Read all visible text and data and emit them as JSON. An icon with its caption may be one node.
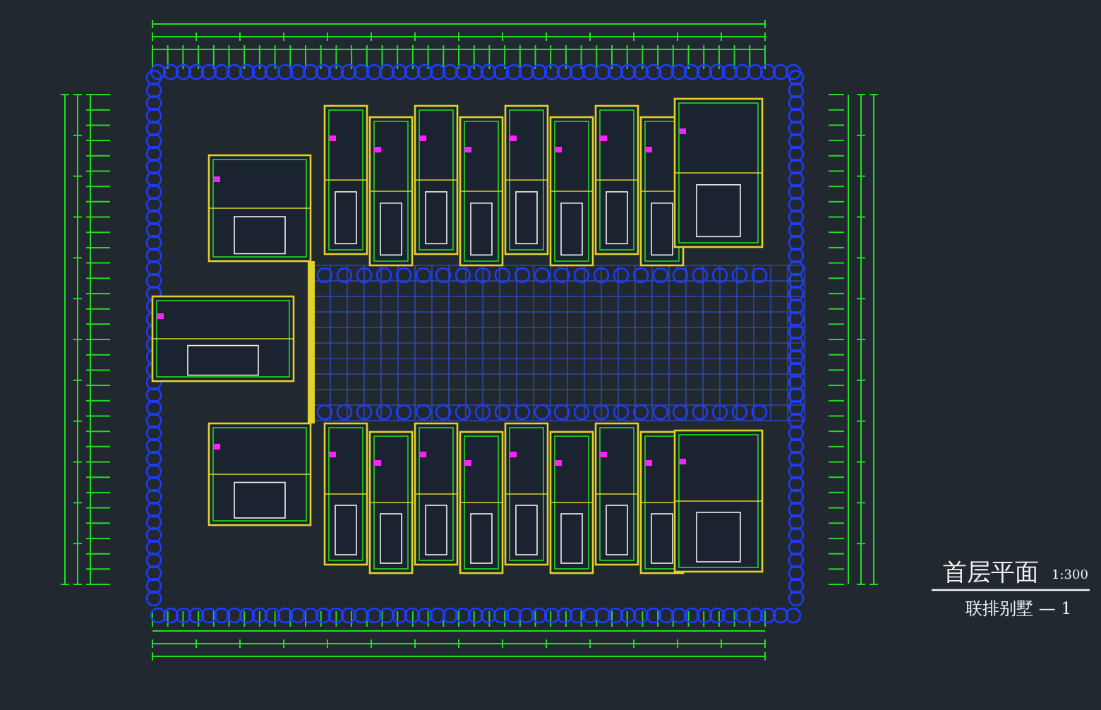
{
  "diagram": {
    "title": "首层平面",
    "labels": [
      "1:300",
      "联排别墅 — 1"
    ]
  }
}
